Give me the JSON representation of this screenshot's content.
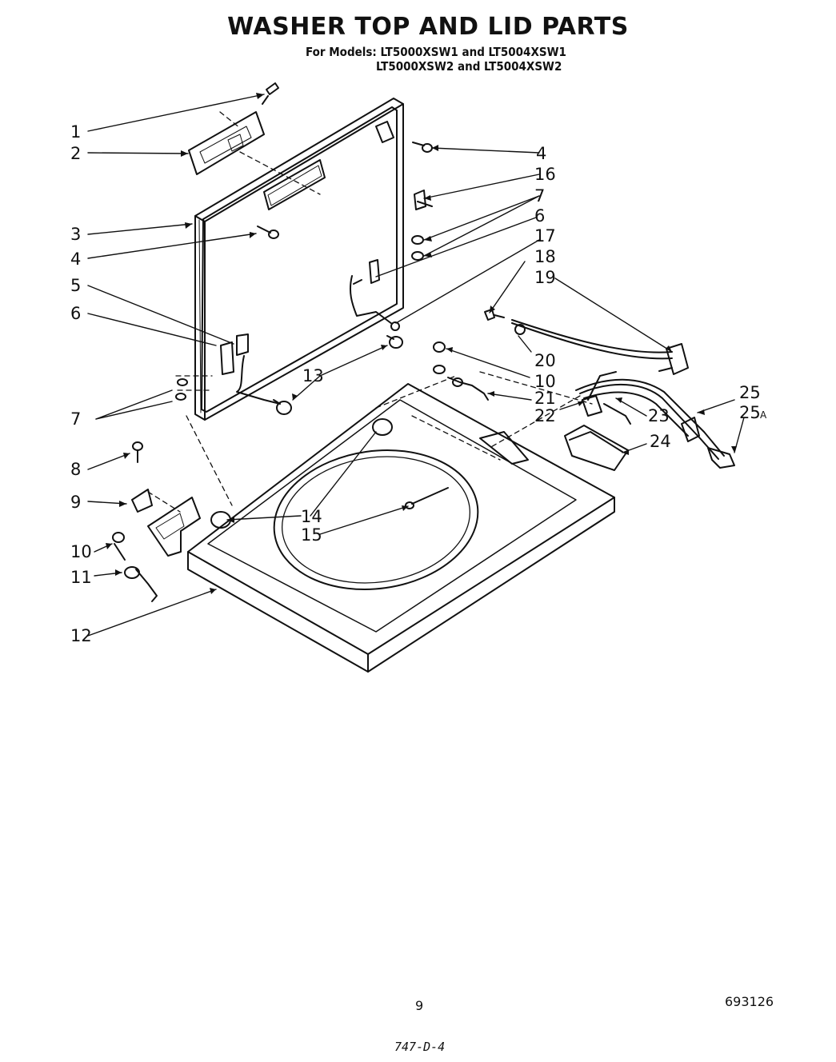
{
  "page": {
    "title": "WASHER TOP AND LID PARTS",
    "models_line1": "For Models: LT5000XSW1 and LT5004XSW1",
    "models_line2": "LT5000XSW2 and LT5004XSW2",
    "page_number": "9",
    "doc_code": "693126",
    "handwritten_note": "747-D-4"
  },
  "callouts": {
    "c1": "1",
    "c2": "2",
    "c3": "3",
    "c4a": "4",
    "c4b": "4",
    "c5": "5",
    "c6a": "6",
    "c6b": "6",
    "c7a": "7",
    "c7b": "7",
    "c8": "8",
    "c9": "9",
    "c10a": "10",
    "c10b": "10",
    "c11": "11",
    "c12": "12",
    "c13": "13",
    "c14": "14",
    "c15": "15",
    "c16": "16",
    "c17": "17",
    "c18": "18",
    "c19": "19",
    "c20": "20",
    "c21": "21",
    "c22": "22",
    "c23": "23",
    "c24": "24",
    "c25": "25",
    "c25a": "25",
    "c25a_sub": "A"
  }
}
